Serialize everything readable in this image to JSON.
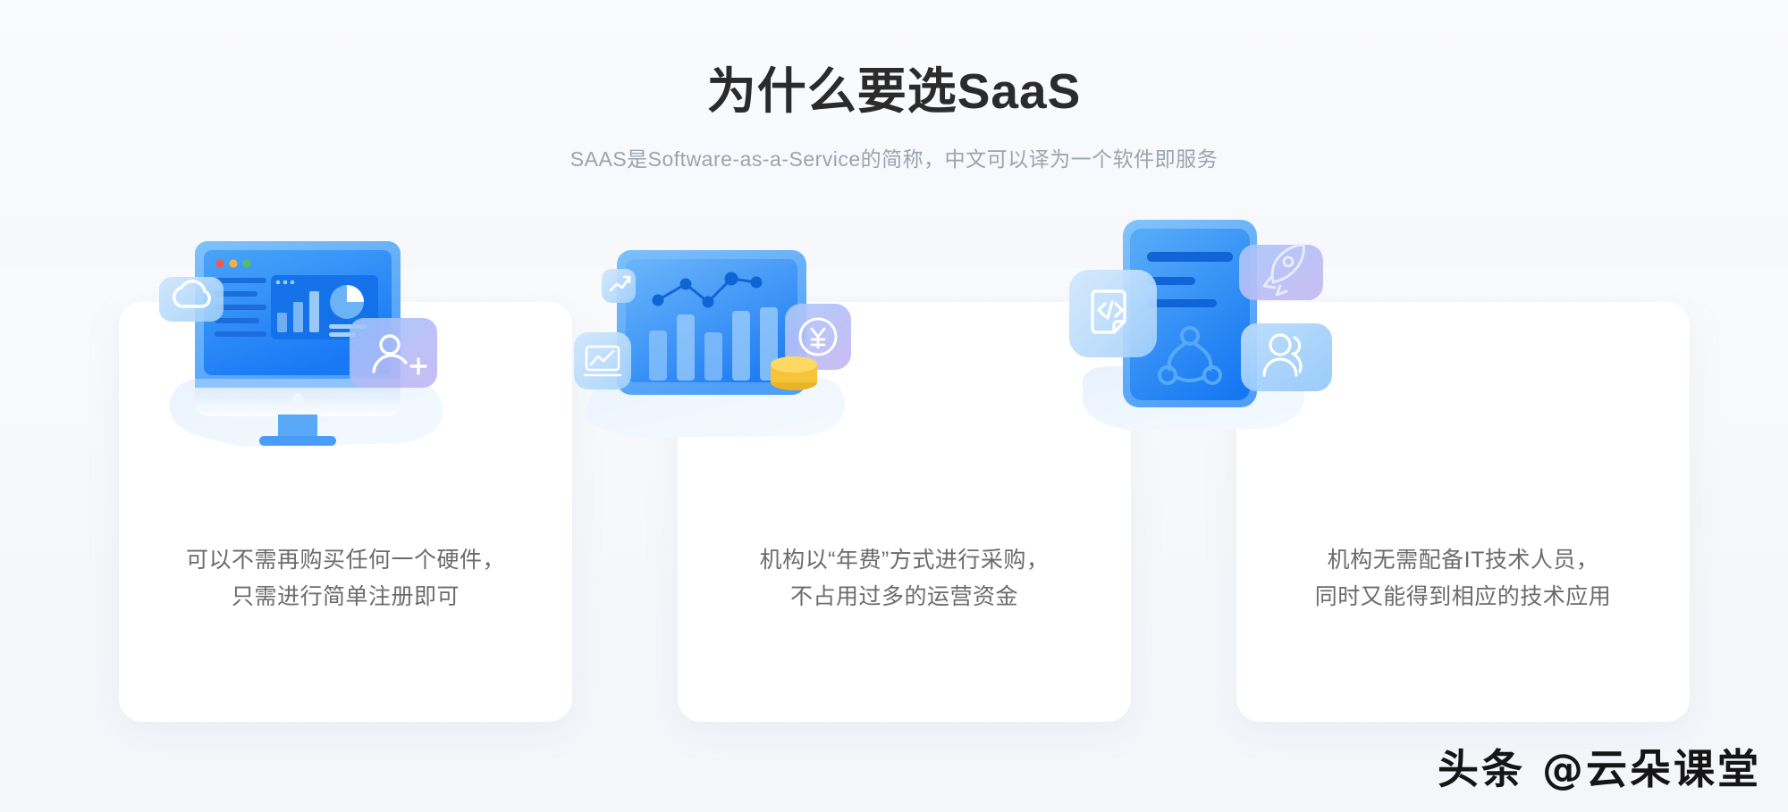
{
  "page": {
    "background_color": "#f7f9fc",
    "title": "为什么要选SaaS",
    "subtitle": "SAAS是Software-as-a-Service的简称，中文可以译为一个软件即服务"
  },
  "theme": {
    "accent_blue": "#2f86f6",
    "accent_blue_light": "#7cc0fb",
    "accent_purple": "#b3a8f0",
    "card_bg": "#ffffff",
    "title_color": "#2b2b2b",
    "subtitle_color": "#9ba4ae",
    "caption_color": "#6b6b6b",
    "coin_gold": "#f5c43b"
  },
  "cards": [
    {
      "id": "card-hardware",
      "illustration": {
        "name": "desktop-monitor-dashboard-illustration",
        "badges": [
          "cloud-icon",
          "add-user-icon"
        ],
        "window_dots": [
          "#f2584f",
          "#f5ae40",
          "#4fc063"
        ]
      },
      "caption_line1": "可以不需再购买任何一个硬件，",
      "caption_line2": "只需进行简单注册即可"
    },
    {
      "id": "card-annual-fee",
      "illustration": {
        "name": "tablet-analytics-illustration",
        "badges": [
          "trend-up-icon",
          "chart-monitor-icon",
          "yen-currency-icon",
          "coins-stack-icon"
        ]
      },
      "caption_line1": "机构以“年费”方式进行采购，",
      "caption_line2": "不占用过多的运营资金"
    },
    {
      "id": "card-no-it-staff",
      "illustration": {
        "name": "document-share-illustration",
        "badges": [
          "code-file-icon",
          "rocket-icon",
          "team-users-icon"
        ]
      },
      "caption_line1": "机构无需配备IT技术人员，",
      "caption_line2": "同时又能得到相应的技术应用"
    }
  ],
  "watermark": {
    "text": "头条 @云朵课堂"
  }
}
